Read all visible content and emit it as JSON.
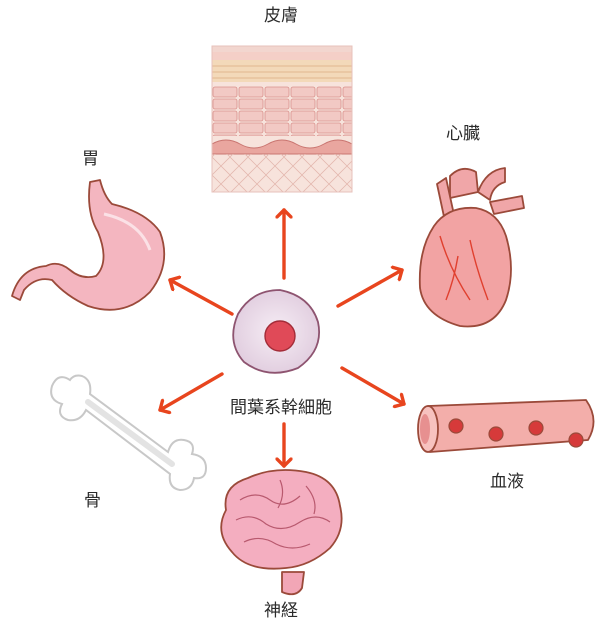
{
  "center": {
    "label": "間葉系幹細胞"
  },
  "targets": {
    "skin": "皮膚",
    "heart": "心臓",
    "stomach": "胃",
    "bone": "骨",
    "nerve": "神経",
    "blood": "血液"
  },
  "colors": {
    "arrow": "#e8451e",
    "outline": "#9b4a3a",
    "tissue_pink": "#f4b8c0",
    "cell_body": "#efe2ee",
    "nucleus": "#e04a58",
    "blood_cell": "#d63a3a"
  }
}
